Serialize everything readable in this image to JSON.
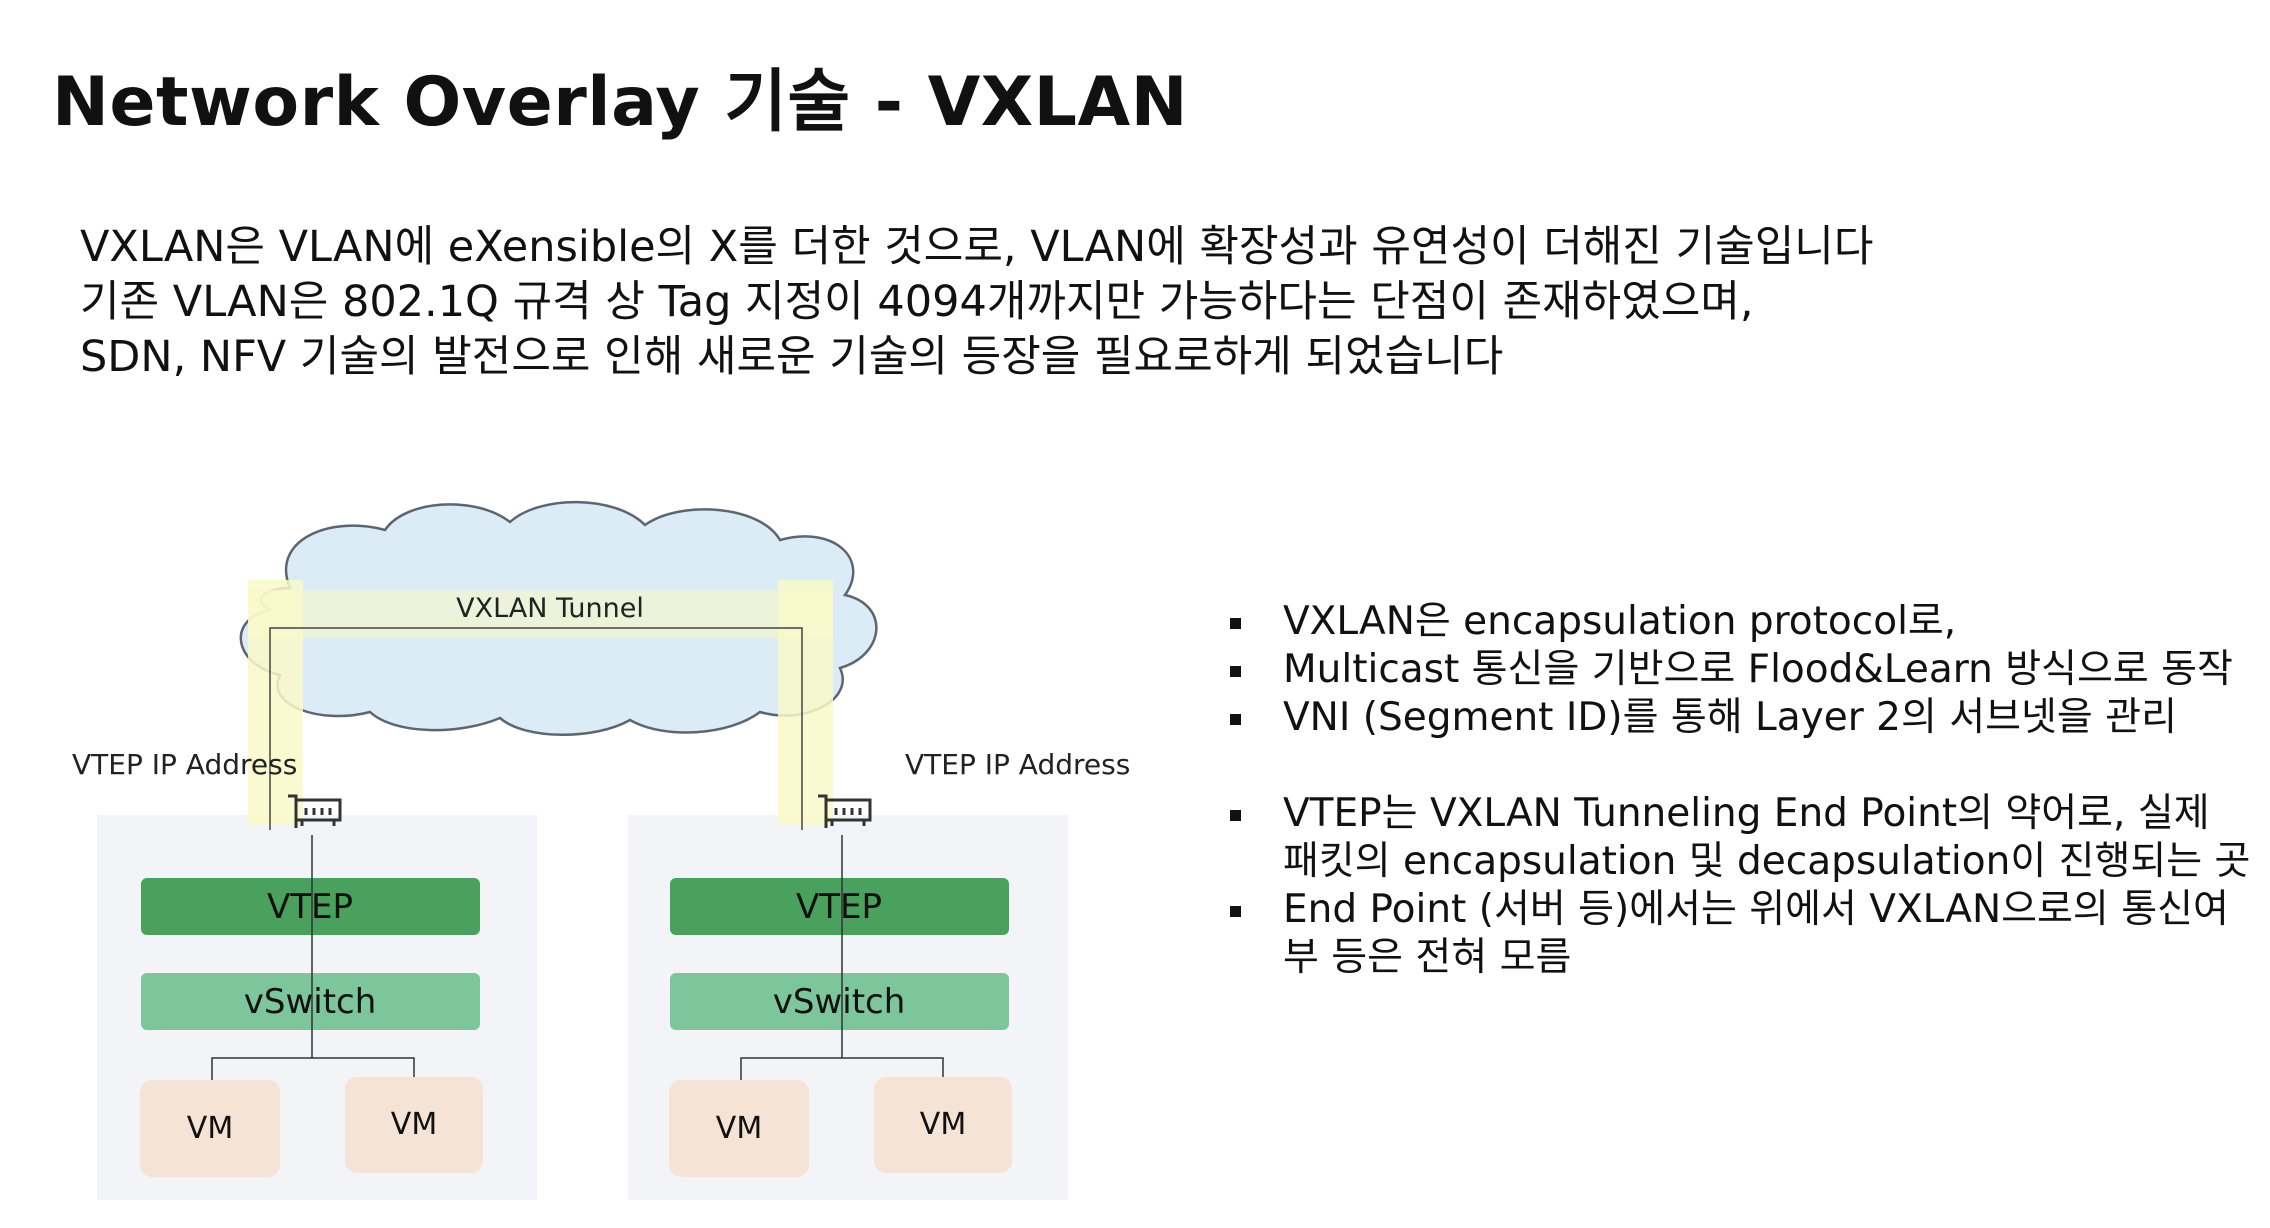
{
  "title": "Network Overlay 기술 - VXLAN",
  "intro_lines": [
    "VXLAN은 VLAN에 eXensible의 X를 더한 것으로, VLAN에 확장성과 유연성이 더해진 기술입니다",
    "기존 VLAN은 802.1Q 규격 상 Tag 지정이 4094개까지만 가능하다는 단점이 존재하였으며,",
    "SDN, NFV 기술의 발전으로 인해 새로운 기술의 등장을 필요로하게 되었습니다"
  ],
  "diagram": {
    "tunnel_label": "VXLAN Tunnel",
    "left_host": {
      "ip_label": "VTEP IP Address",
      "vtep": "VTEP",
      "vswitch": "vSwitch",
      "vm1": "VM",
      "vm2": "VM"
    },
    "right_host": {
      "ip_label": "VTEP IP Address",
      "vtep": "VTEP",
      "vswitch": "vSwitch",
      "vm1": "VM",
      "vm2": "VM"
    },
    "colors": {
      "vtep": "#4aa05d",
      "vswitch": "#7dc59a",
      "vm": "#f5e3d6",
      "host": "#f3f4f8",
      "cloud": "#dcecf7",
      "tunnel_glow": "#f8f9c8"
    }
  },
  "bullets": {
    "b1": "VXLAN은 encapsulation protocol로,",
    "b2": "Multicast 통신을 기반으로 Flood&Learn 방식으로 동작",
    "b3": "VNI (Segment ID)를 통해 Layer 2의 서브넷을 관리",
    "b4_line1": "VTEP는 VXLAN Tunneling End Point의 약어로, 실제",
    "b4_line2": "패킷의 encapsulation 및 decapsulation이 진행되는 곳",
    "b5_line1": "End Point (서버 등)에서는 위에서 VXLAN으로의 통신여",
    "b5_line2": "부 등은 전혀 모름"
  }
}
